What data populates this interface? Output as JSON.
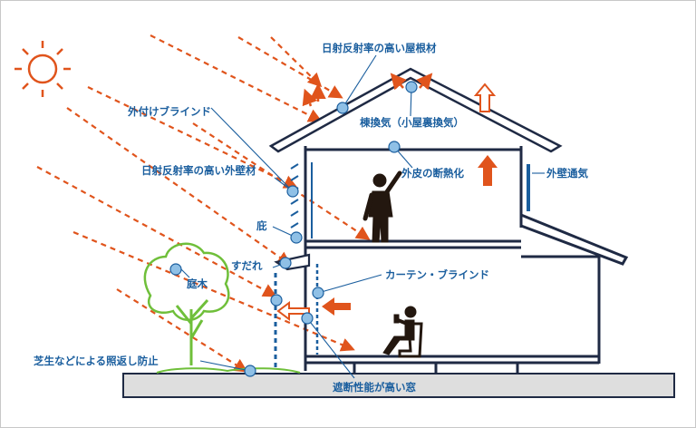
{
  "labels": {
    "roof_material": "日射反射率の高い屋根材",
    "ridge_vent": "棟換気（小屋裏換気）",
    "external_blind": "外付けブラインド",
    "exterior_insulation": "外皮の断熱化",
    "wall_vent": "外壁通気",
    "wall_material": "日射反射率の高い外壁材",
    "eaves": "庇",
    "sudare": "すだれ",
    "curtain_blind": "カーテン・ブラインド",
    "garden_tree": "庭木",
    "lawn": "芝生などによる照返し防止",
    "window": "遮断性能が高い窓"
  },
  "colors": {
    "house_line": "#1f2a44",
    "sun_ray": "#e0541c",
    "label": "#1a5e9e",
    "leader": "#1a5e9e",
    "marker": "#8fc0e6",
    "tree": "#6fbf3a",
    "ground": "#dedede",
    "person": "#23170f"
  },
  "icons": [
    "sun-icon",
    "person-standing-icon",
    "person-sitting-icon",
    "heat-arrow-icon"
  ]
}
